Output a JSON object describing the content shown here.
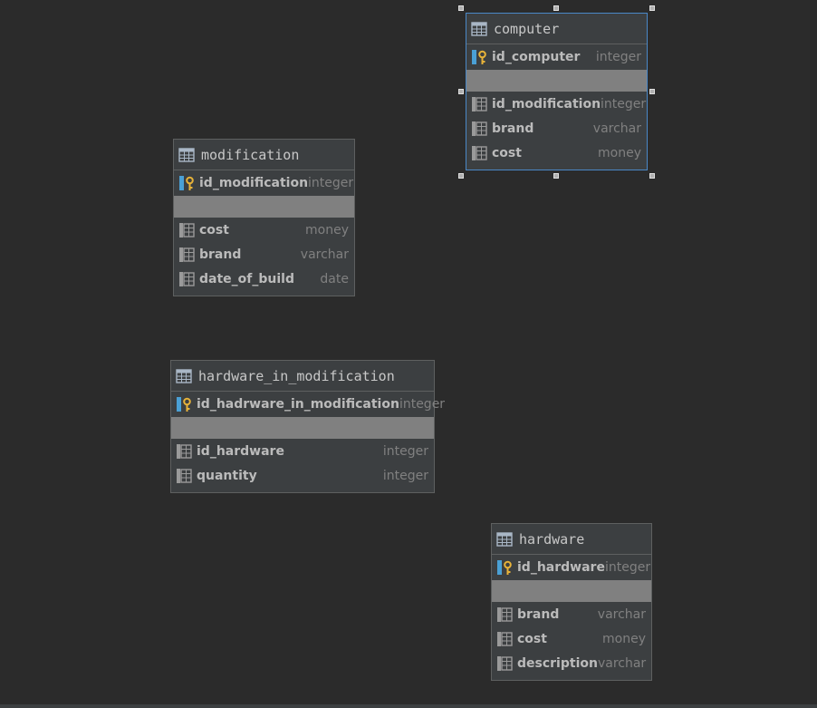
{
  "diagram": {
    "tables": [
      {
        "name": "computer",
        "selected": true,
        "primary_key": {
          "name": "id_computer",
          "type": "integer"
        },
        "columns": [
          {
            "name": "id_modification",
            "type": "integer"
          },
          {
            "name": "brand",
            "type": "varchar"
          },
          {
            "name": "cost",
            "type": "money"
          }
        ]
      },
      {
        "name": "modification",
        "selected": false,
        "primary_key": {
          "name": "id_modification",
          "type": "integer"
        },
        "columns": [
          {
            "name": "cost",
            "type": "money"
          },
          {
            "name": "brand",
            "type": "varchar"
          },
          {
            "name": "date_of_build",
            "type": "date"
          }
        ]
      },
      {
        "name": "hardware_in_modification",
        "selected": false,
        "primary_key": {
          "name": "id_hadrware_in_modification",
          "type": "integer"
        },
        "columns": [
          {
            "name": "id_hardware",
            "type": "integer"
          },
          {
            "name": "quantity",
            "type": "integer"
          }
        ]
      },
      {
        "name": "hardware",
        "selected": false,
        "primary_key": {
          "name": "id_hardware",
          "type": "integer"
        },
        "columns": [
          {
            "name": "brand",
            "type": "varchar"
          },
          {
            "name": "cost",
            "type": "money"
          },
          {
            "name": "description",
            "type": "varchar"
          }
        ]
      }
    ],
    "icons": {
      "table": "table-icon",
      "primary_key": "primary-key-column-icon",
      "column": "column-icon"
    },
    "colors": {
      "background": "#2b2b2b",
      "table_body": "#3c3f41",
      "selection": "#4a88c7",
      "key": "#e8b339",
      "pk_column": "#4aa0d5"
    }
  }
}
